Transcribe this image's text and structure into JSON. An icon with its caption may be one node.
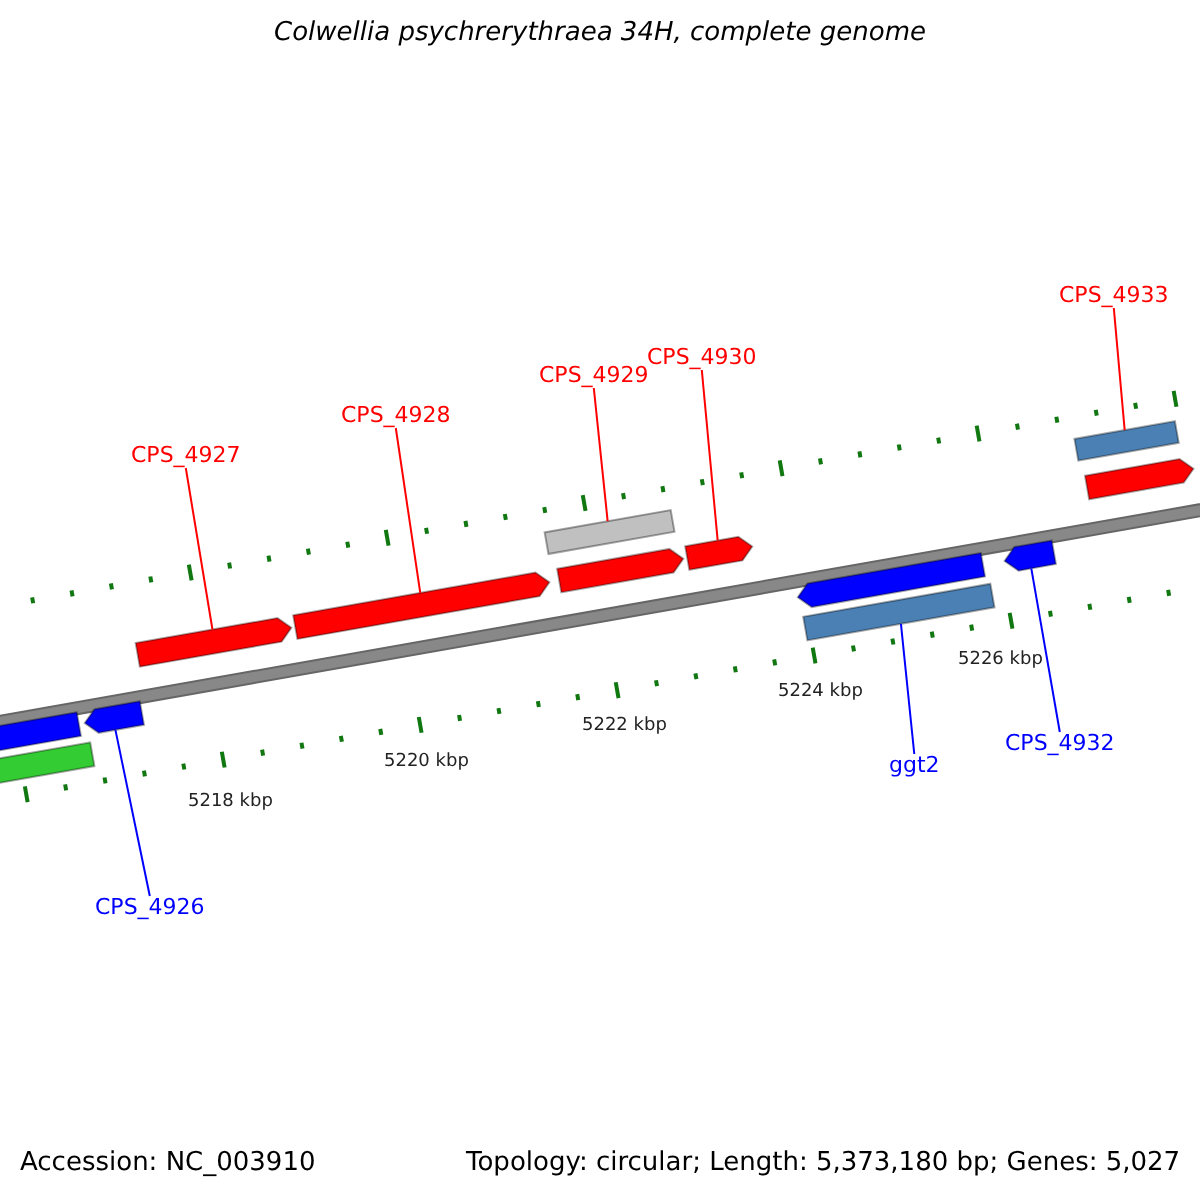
{
  "diagram": {
    "title": "Colwellia psychrerythraea 34H, complete genome",
    "nodes": [
      {
        "text": [
          "CPS_4927"
        ]
      },
      {
        "text": [
          "CPS_4928"
        ]
      },
      {
        "text": [
          "CPS_4929"
        ]
      },
      {
        "text": [
          "CPS_4930"
        ]
      },
      {
        "text": [
          "CPS_4933"
        ]
      },
      {
        "text": [
          "CPS_4926"
        ]
      },
      {
        "text": [
          "ggt2"
        ]
      },
      {
        "text": [
          "CPS_4932"
        ]
      },
      {
        "text": [],
        "shape": "arrow"
      },
      {
        "text": [],
        "shape": "arrow"
      },
      {
        "text": [],
        "shape": "arrow"
      },
      {
        "text": [],
        "shape": "bar"
      },
      {
        "text": [],
        "shape": "arrow"
      },
      {
        "text": [],
        "shape": "bar"
      },
      {
        "text": [],
        "shape": "arrow"
      },
      {
        "text": [],
        "shape": "bar"
      },
      {
        "text": [],
        "shape": "arrow"
      },
      {
        "text": [],
        "shape": "bar"
      },
      {
        "text": [],
        "shape": "arrow"
      },
      {
        "text": [],
        "shape": "arrow"
      },
      {
        "text": [],
        "shape": "arrow"
      }
    ],
    "edges": [
      {
        "from": 0,
        "to": 9,
        "arrow": "none"
      },
      {
        "from": 1,
        "to": 10,
        "arrow": "none"
      },
      {
        "from": 2,
        "to": 11,
        "arrow": "none"
      },
      {
        "from": 3,
        "to": 12,
        "arrow": "none"
      },
      {
        "from": 4,
        "to": 15,
        "arrow": "none"
      },
      {
        "from": 5,
        "to": 8,
        "arrow": "none",
        "color": "#0000ff"
      },
      {
        "from": 6,
        "to": 13,
        "arrow": "none",
        "color": "#0000ff"
      },
      {
        "from": 7,
        "to": 14,
        "arrow": "none",
        "color": "#0000ff"
      }
    ],
    "labels": [
      "5218 kbp",
      "5220 kbp",
      "5222 kbp",
      "5224 kbp",
      "5226 kbp",
      "Accession: NC_003910",
      "Topology: circular; Length: 5,373,180 bp; Genes: 5,027"
    ]
  }
}
